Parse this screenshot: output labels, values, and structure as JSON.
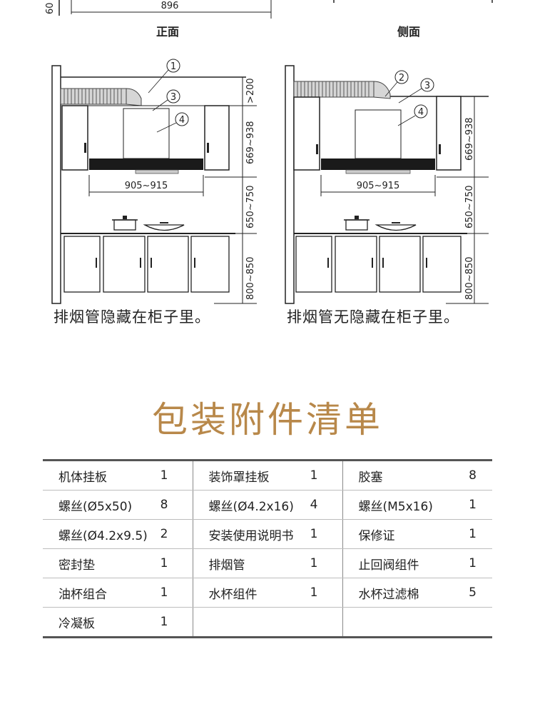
{
  "top": {
    "partial_dim": "896",
    "partial_side": "60"
  },
  "views": {
    "front_label": "正面",
    "side_label": "侧面"
  },
  "front": {
    "callouts": [
      "1",
      "3",
      "4"
    ],
    "dim_top": ">200",
    "dim_hood": "669~938",
    "dim_hood_width": "905~915",
    "dim_gap": "650~750",
    "dim_counter": "800~850",
    "caption": "排烟管隐藏在柜子里。"
  },
  "side": {
    "callouts": [
      "2",
      "3",
      "4"
    ],
    "dim_hood": "669~938",
    "dim_hood_width": "905~915",
    "dim_gap": "650~750",
    "dim_counter": "800~850",
    "caption": "排烟管无隐藏在柜子里。"
  },
  "accessories": {
    "title": "包装附件清单",
    "rows": [
      [
        {
          "name": "机体挂板",
          "qty": "1"
        },
        {
          "name": "装饰罩挂板",
          "qty": "1"
        },
        {
          "name": "胶塞",
          "qty": "8"
        }
      ],
      [
        {
          "name": "螺丝(Ø5x50)",
          "qty": "8"
        },
        {
          "name": "螺丝(Ø4.2x16)",
          "qty": "4"
        },
        {
          "name": "螺丝(M5x16)",
          "qty": "1"
        }
      ],
      [
        {
          "name": "螺丝(Ø4.2x9.5)",
          "qty": "2"
        },
        {
          "name": "安装使用说明书",
          "qty": "1"
        },
        {
          "name": "保修证",
          "qty": "1"
        }
      ],
      [
        {
          "name": "密封垫",
          "qty": "1"
        },
        {
          "name": "排烟管",
          "qty": "1"
        },
        {
          "name": "止回阀组件",
          "qty": "1"
        }
      ],
      [
        {
          "name": "油杯组合",
          "qty": "1"
        },
        {
          "name": "水杯组件",
          "qty": "1"
        },
        {
          "name": "水杯过滤棉",
          "qty": "5"
        }
      ],
      [
        {
          "name": "冷凝板",
          "qty": "1"
        },
        {
          "name": "",
          "qty": ""
        },
        {
          "name": "",
          "qty": ""
        }
      ]
    ]
  }
}
